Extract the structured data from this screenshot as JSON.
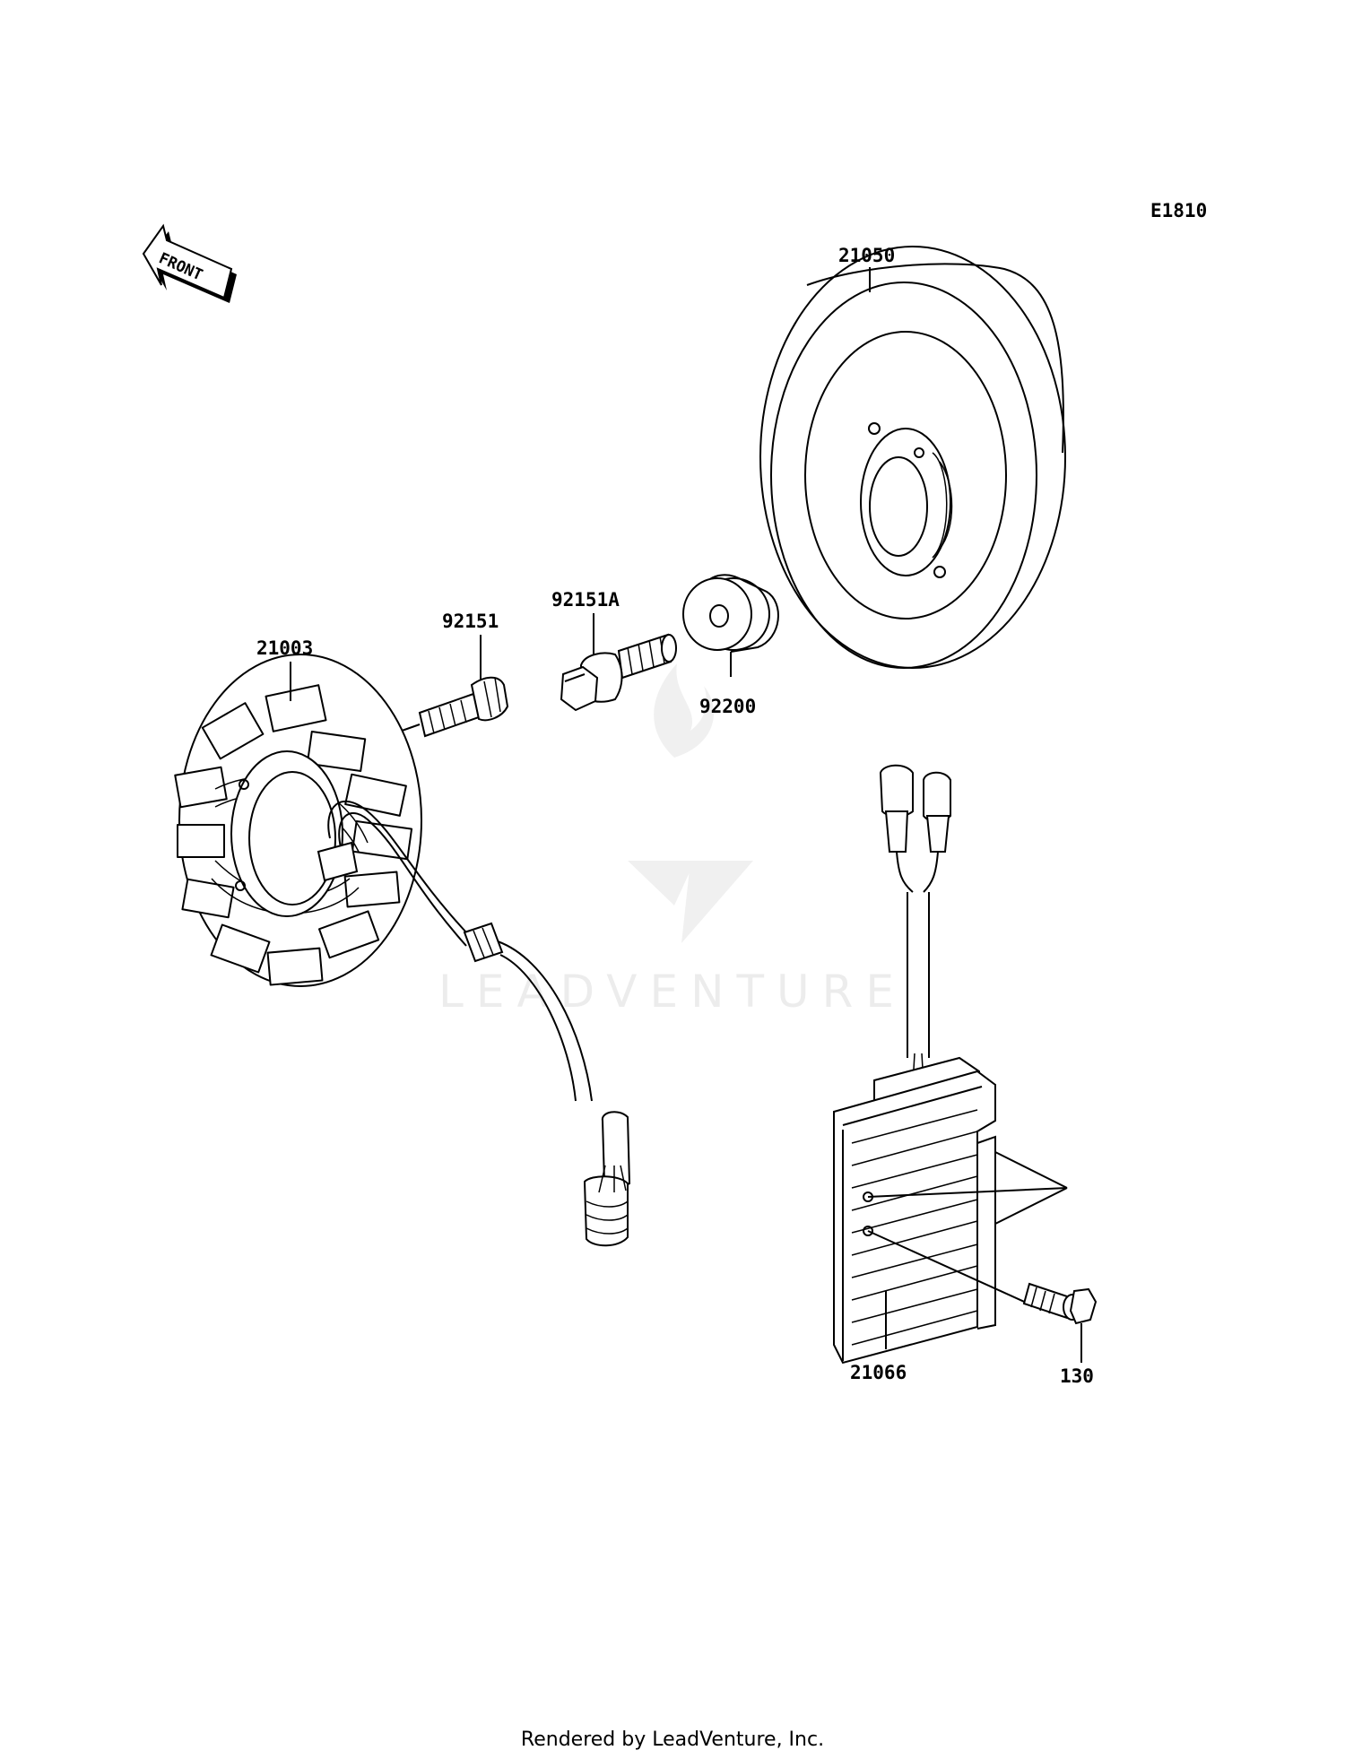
{
  "diagram_code": "E1810",
  "front_label": "FRONT",
  "watermark": "LEADVENTURE",
  "parts": {
    "flywheel": "21050",
    "stator": "21003",
    "stator_bolt": "92151",
    "flywheel_bolt": "92151A",
    "washer": "92200",
    "regulator": "21066",
    "regulator_bolt": "130"
  },
  "footer": "Rendered by LeadVenture, Inc."
}
